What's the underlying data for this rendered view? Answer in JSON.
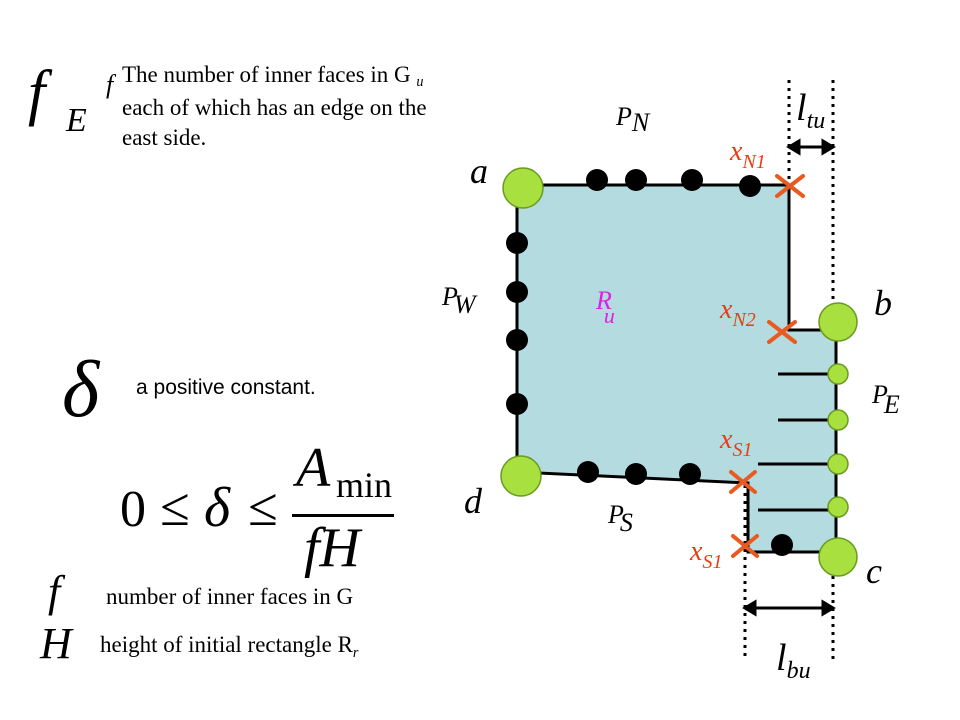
{
  "definitions": {
    "fEf": {
      "description": "The number of inner faces in G",
      "description_sub": "u",
      "line2": "each of which has an edge on  the",
      "line3": "east side."
    },
    "delta": {
      "symbol": "δ",
      "description": "a positive constant."
    },
    "inequality": {
      "left": "0",
      "le1": "≤",
      "delta": "δ",
      "le2": "≤",
      "numerator": "A",
      "numerator_sub": "min",
      "denominator": "fH"
    },
    "f_def": {
      "symbol": "f",
      "description": "number of inner faces in G"
    },
    "H_def": {
      "symbol": "H",
      "description": "height of initial rectangle R",
      "description_sub": "r"
    }
  },
  "diagram": {
    "fill_color": "#b4dce0",
    "node_color": "#a8e040",
    "cross_color": "#e85a20",
    "label_color": "#e83c14",
    "region_label_color": "#e020e0",
    "corners": {
      "a": "a",
      "b": "b",
      "c": "c",
      "d": "d"
    },
    "paths": {
      "PN": {
        "main": "P",
        "sub": "N"
      },
      "PW": {
        "main": "P",
        "sub": "W"
      },
      "PE": {
        "main": "P",
        "sub": "E"
      },
      "PS": {
        "main": "P",
        "sub": "S"
      }
    },
    "region": {
      "main": "R",
      "sub": "u"
    },
    "points": {
      "xN1": {
        "main": "x",
        "sub": "N1"
      },
      "xN2": {
        "main": "x",
        "sub": "N2"
      },
      "xS1_upper": {
        "main": "x",
        "sub": "S1"
      },
      "xS1_lower": {
        "main": "x",
        "sub": "S1"
      }
    },
    "lengths": {
      "ltu": {
        "main": "l",
        "sub": "tu"
      },
      "lbu": {
        "main": "l",
        "sub": "bu"
      }
    }
  }
}
